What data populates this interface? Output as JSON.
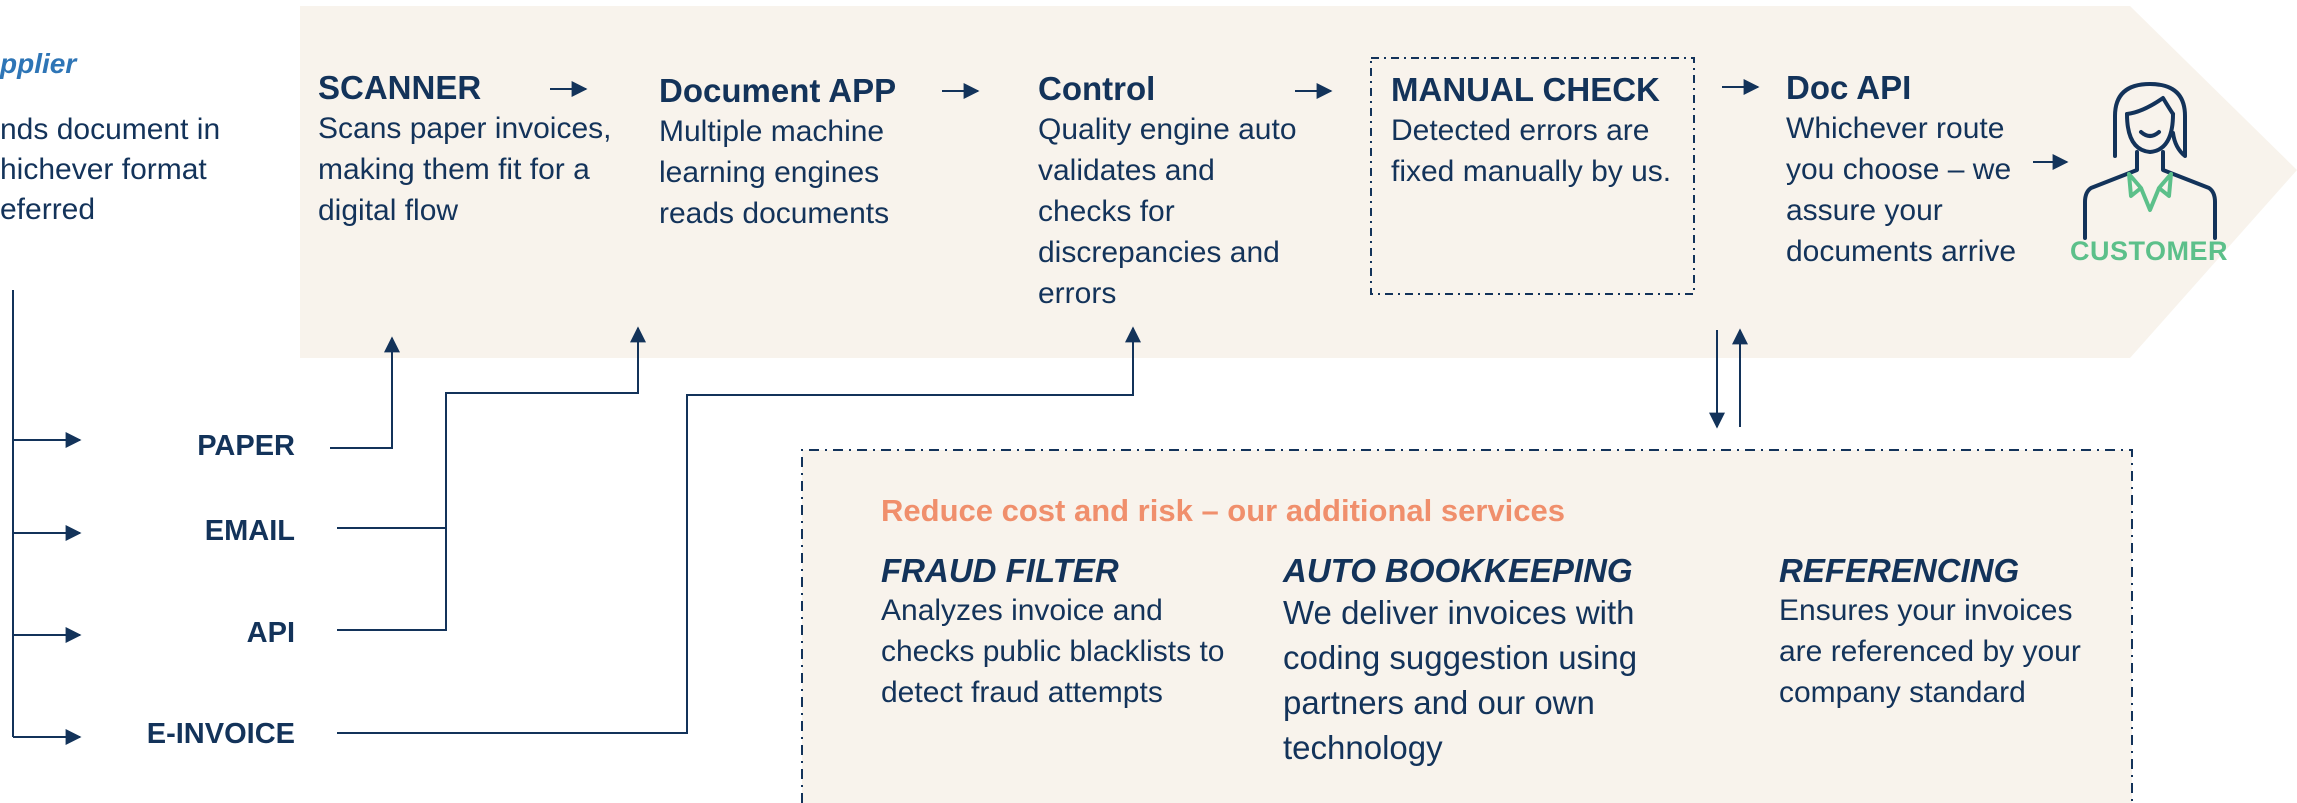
{
  "supplier": {
    "title": "pplier",
    "desc_lines": [
      "nds document in",
      "hichever format",
      "eferred"
    ]
  },
  "channels": [
    {
      "label": "PAPER"
    },
    {
      "label": "EMAIL"
    },
    {
      "label": "API"
    },
    {
      "label": "E-INVOICE"
    }
  ],
  "steps": [
    {
      "title": "SCANNER",
      "desc": "Scans paper invoices, making them fit for a digital flow"
    },
    {
      "title": "Document APP",
      "desc": "Multiple machine learning engines reads documents"
    },
    {
      "title": "Control",
      "desc": "Quality engine auto validates and checks for discrepancies and errors"
    },
    {
      "title": "MANUAL CHECK",
      "desc": "Detected errors are fixed manually by us."
    },
    {
      "title": "Doc API",
      "desc": "Whichever route you choose – we assure your documents arrive"
    }
  ],
  "customer": {
    "label": "CUSTOMER"
  },
  "services": {
    "title": "Reduce cost and risk – our additional services",
    "items": [
      {
        "title": "FRAUD FILTER",
        "desc": "Analyzes invoice and checks public blacklists to detect fraud attempts"
      },
      {
        "title": "AUTO BOOKKEEPING",
        "desc": "We deliver  invoices with coding suggestion using partners and our own technology"
      },
      {
        "title": "REFERENCING",
        "desc": "Ensures your invoices are referenced by your company standard"
      }
    ]
  },
  "colors": {
    "band": "#f8f3ec",
    "navy": "#13335a",
    "salmon": "#f08f6c",
    "green": "#5cc08a",
    "blue": "#2e75b6"
  }
}
